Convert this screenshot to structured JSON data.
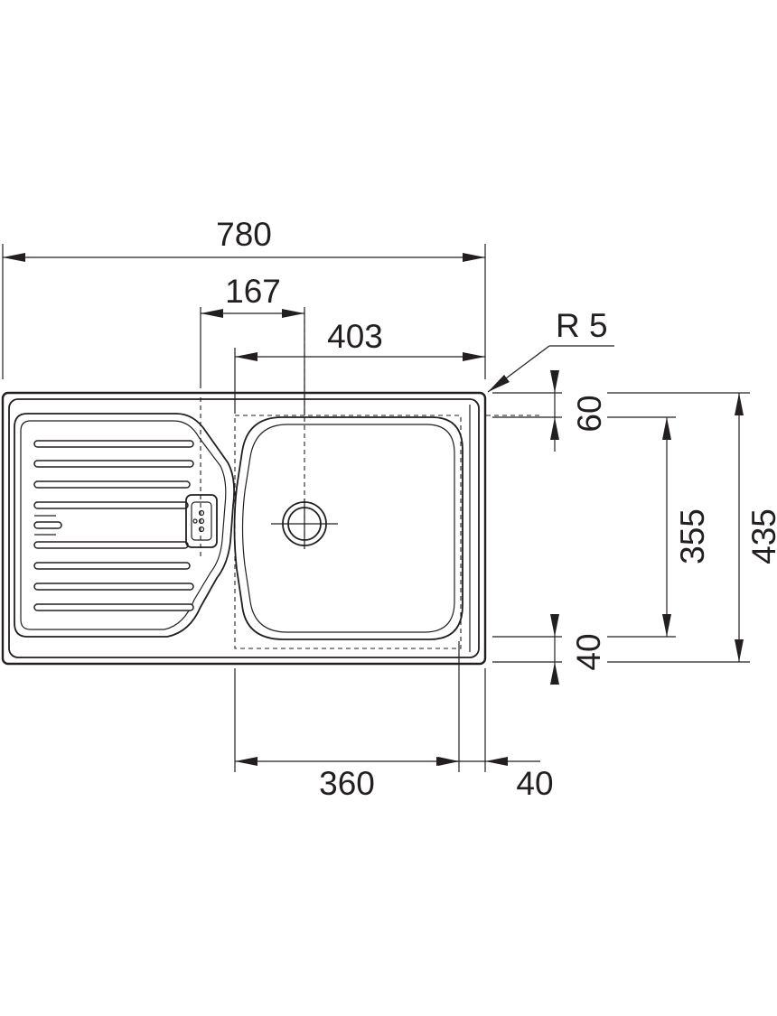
{
  "drawing": {
    "dimensions": {
      "overall_width": "780",
      "drainer_offset": "167",
      "bowl_cutout_width": "403",
      "corner_radius": "R 5",
      "top_margin": "60",
      "bowl_depth": "355",
      "overall_depth": "435",
      "bottom_margin": "40",
      "bowl_width": "360",
      "side_margin": "40"
    },
    "colors": {
      "line": "#231f20",
      "background": "#ffffff"
    }
  }
}
